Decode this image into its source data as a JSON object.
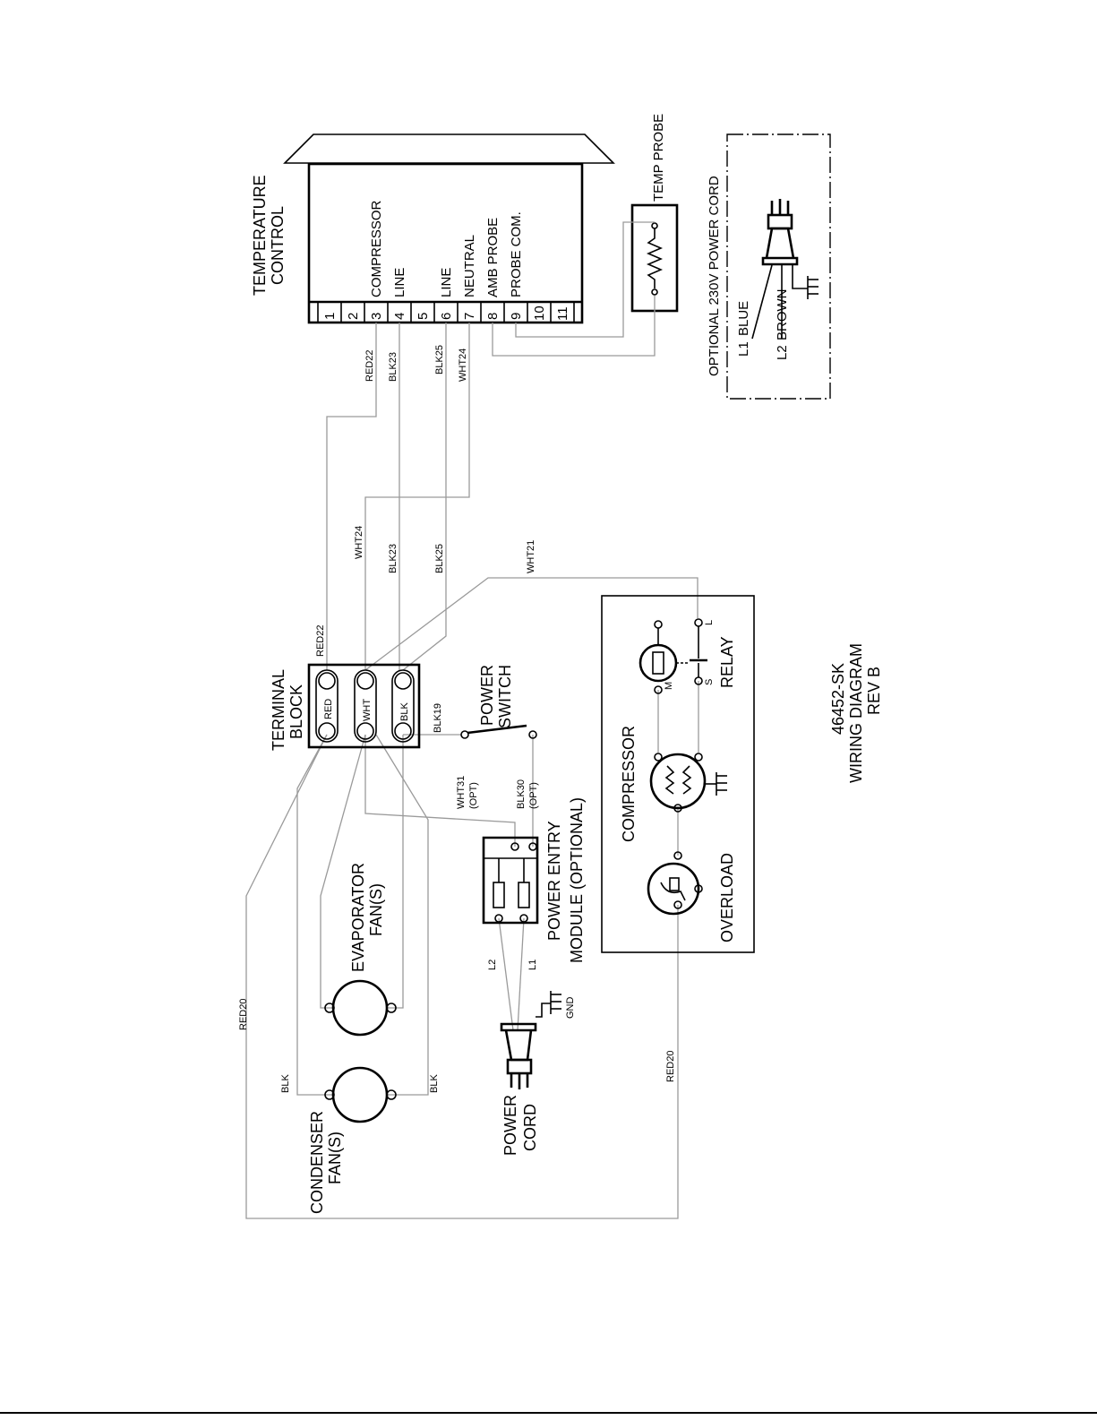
{
  "temperature_control": {
    "title_line1": "TEMPERATURE",
    "title_line2": "CONTROL",
    "terminals": [
      "1",
      "2",
      "3",
      "4",
      "5",
      "6",
      "7",
      "8",
      "9",
      "10",
      "11"
    ],
    "labels": {
      "t3": "COMPRESSOR",
      "t4": "LINE",
      "t6": "LINE",
      "t7": "NEUTRAL",
      "t8": "AMB PROBE",
      "t9": "PROBE COM."
    }
  },
  "temp_probe": {
    "label": "TEMP PROBE"
  },
  "power_cord_230": {
    "title": "OPTIONAL 230V POWER CORD",
    "l1": "L1",
    "l1_color": "BLUE",
    "l2": "L2",
    "l2_color": "BROWN"
  },
  "terminal_block": {
    "title_line1": "TERMINAL",
    "title_line2": "BLOCK",
    "rows": [
      "RED",
      "WHT",
      "BLK"
    ]
  },
  "wires": {
    "red22_a": "RED22",
    "blk23_a": "BLK23",
    "blk25_a": "BLK25",
    "wht24_a": "WHT24",
    "wht24_b": "WHT24",
    "blk23_b": "BLK23",
    "blk25_b": "BLK25",
    "wht21": "WHT21",
    "red22_b": "RED22",
    "blk19": "BLK19",
    "wht31": "WHT31",
    "wht31_opt": "(OPT)",
    "blk30": "BLK30",
    "blk30_opt": "(OPT)",
    "red20_a": "RED20",
    "red20_b": "RED20",
    "blk_a": "BLK",
    "blk_b": "BLK",
    "l2": "L2",
    "l1": "L1",
    "gnd": "GND"
  },
  "power_switch": {
    "line1": "POWER",
    "line2": "SWITCH"
  },
  "power_entry": {
    "line1": "POWER ENTRY",
    "line2": "MODULE (OPTIONAL)"
  },
  "evaporator": {
    "line1": "EVAPORATOR",
    "line2": "FAN(S)"
  },
  "condenser": {
    "line1": "CONDENSER",
    "line2": "FAN(S)"
  },
  "power_cord": {
    "line1": "POWER",
    "line2": "CORD"
  },
  "compressor_box": {
    "compressor": "COMPRESSOR",
    "overload": "OVERLOAD",
    "relay": "RELAY",
    "relay_m": "M",
    "relay_s": "S",
    "relay_l": "L"
  },
  "title_block": {
    "line1": "46452-SK",
    "line2": "WIRING DIAGRAM",
    "line3": "REV  B"
  }
}
